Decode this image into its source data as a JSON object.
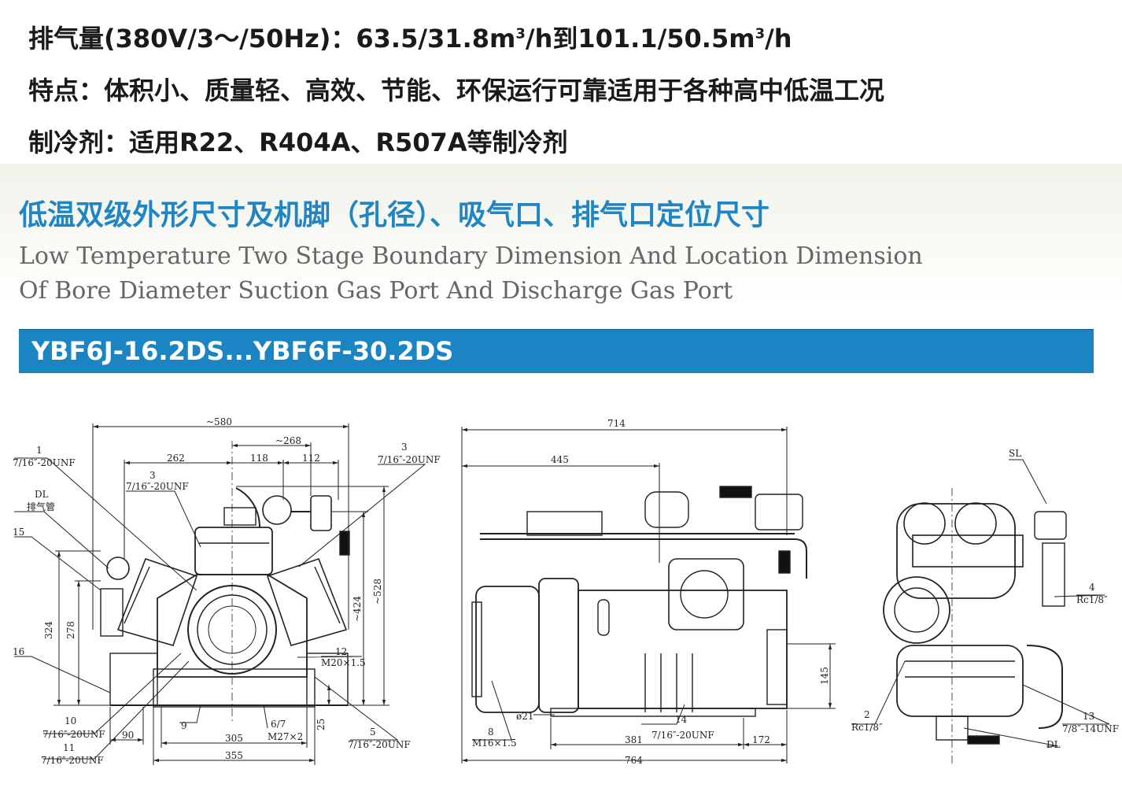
{
  "spec": {
    "line1_prefix": "排气量(380V/3～/50Hz)：63.5/31.8m",
    "line1_mid": "/h到101.1/50.5m",
    "line1_suffix": "/h",
    "sup": "3",
    "line2": "特点：体积小、质量轻、高效、节能、环保运行可靠适用于各种高中低温工况",
    "line3": "制冷剂：适用R22、R404A、R507A等制冷剂"
  },
  "titles": {
    "cn": "低温双级外形尺寸及机脚（孔径）、吸气口、排气口定位尺寸",
    "en_line1": "Low Temperature Two Stage Boundary Dimension And Location Dimension",
    "en_line2": "Of Bore Diameter Suction Gas Port And Discharge Gas Port"
  },
  "model": "YBF6J-16.2DS...YBF6F-30.2DS",
  "colors": {
    "accent_blue": "#1b84c2",
    "title_blue": "#1f86c3",
    "line": "#222222"
  },
  "front_view": {
    "dim_580": "~580",
    "dim_268": "~268",
    "dim_262": "262",
    "dim_118": "118",
    "dim_112": "112",
    "dim_324": "324",
    "dim_278": "278",
    "dim_424": "~424",
    "dim_528": "~528",
    "dim_90": "90",
    "dim_305": "305",
    "dim_355": "355",
    "dim_25": "25",
    "c1_num": "1",
    "c1_spec": "7/16″-20UNF",
    "c3a_num": "3",
    "c3a_spec": "7/16″-20UNF",
    "c3b_num": "3",
    "c3b_spec": "7/16″-20UNF",
    "dl_num": "DL",
    "dl_cn": "排气管",
    "c15": "15",
    "c16": "16",
    "c12_num": "12",
    "c12_spec": "M20×1.5",
    "c10_num": "10",
    "c10_spec": "7/16″-20UNF",
    "c11_num": "11",
    "c11_spec": "7/16″-20UNF",
    "c9": "9",
    "c67_num": "6/7",
    "c67_spec": "M27×2",
    "c5_num": "5",
    "c5_spec": "7/16″-20UNF"
  },
  "side_view": {
    "dim_714": "714",
    "dim_445": "445",
    "dim_145": "145",
    "dim_21": "ø21",
    "dim_381": "381",
    "dim_172": "172",
    "dim_764": "764",
    "c8_num": "8",
    "c8_spec": "M16×1.5",
    "c14_num": "14",
    "c14_spec": "7/16″-20UNF"
  },
  "end_view": {
    "sl": "SL",
    "c4_num": "4",
    "c4_spec": "Rc1/8″",
    "c2_num": "2",
    "c2_spec": "Rc1/8″",
    "c13_num": "13",
    "c13_spec": "7/8″-14UNF",
    "dl": "DL"
  }
}
